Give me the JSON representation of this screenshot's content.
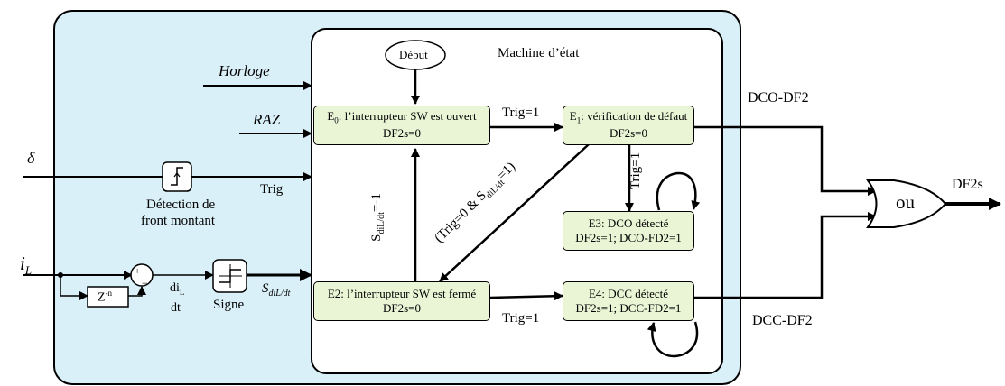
{
  "inputs": {
    "horloge": "Horloge",
    "raz": "RAZ",
    "delta": "δ",
    "il_main": "i",
    "il_sub": "L"
  },
  "blocks": {
    "edge_detect_line1": "Détection de",
    "edge_detect_line2": "front montant",
    "trig": "Trig",
    "delay": "Z",
    "delay_sup": "-n",
    "plus": "+",
    "minus": "−",
    "deriv_num_main": "di",
    "deriv_num_sub": "L",
    "deriv_den": "dt",
    "sign": "Signe",
    "sdil_main": "S",
    "sdil_sub": "diL/dt"
  },
  "state_machine": {
    "title": "Machine d’état",
    "start": "Début",
    "e0_line1_pre": "E",
    "e0_line1_sub": "0",
    "e0_line1_post": ": l’interrupteur SW est ouvert",
    "e0_line2": "DF2s=0",
    "e1_line1_pre": "E",
    "e1_line1_sub": "1",
    "e1_line1_post": ": vérification de défaut",
    "e1_line2": "DF2s=0",
    "e2_line1": "E2: l’interrupteur SW est fermé",
    "e2_line2": "DF2s=0",
    "e3_line1": "E3: DCO détecté",
    "e3_line2": "DF2s=1; DCO-FD2=1",
    "e4_line1": "E4: DCC détecté",
    "e4_line2": "DF2s=1; DCC-FD2=1",
    "t_e0_e1": "Trig=1",
    "t_e2_e4": "Trig=1",
    "t_e1_e3": "Trig=1",
    "t_e1_e2_pre": "(Trig=0 & S",
    "t_e1_e2_sub": "diL/dt",
    "t_e1_e2_post": "=1)",
    "t_e2_e0_pre": "S",
    "t_e2_e0_sub": "diL/dt",
    "t_e2_e0_post": "=-1"
  },
  "outputs": {
    "dco": "DCO-DF2",
    "dcc": "DCC-DF2",
    "or_gate": "ou",
    "df2s": "DF2s"
  },
  "colors": {
    "outer_fill": "#daf0f8",
    "state_fill": "#eaf5d6",
    "line": "#000000"
  }
}
